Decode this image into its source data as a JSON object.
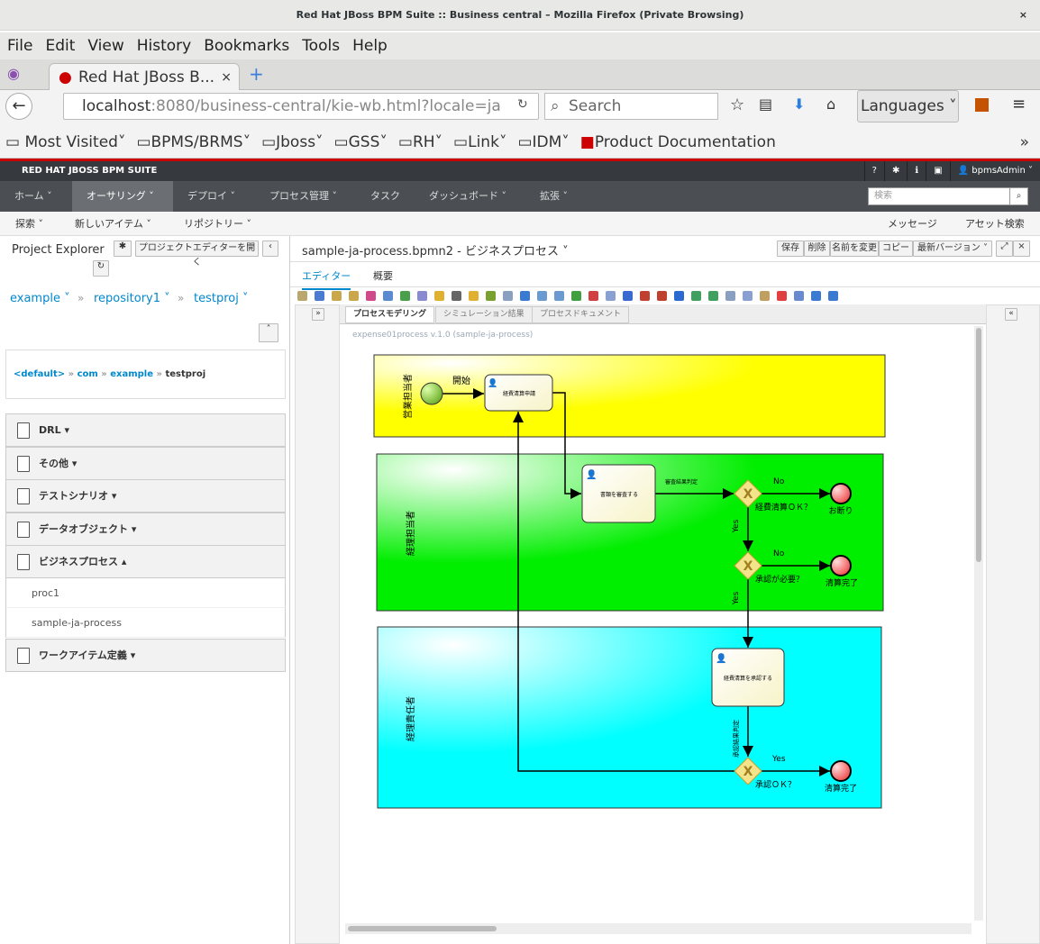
{
  "window": {
    "title": "Red Hat JBoss BPM Suite :: Business central – Mozilla Firefox (Private Browsing)"
  },
  "menu": [
    "File",
    "Edit",
    "View",
    "History",
    "Bookmarks",
    "Tools",
    "Help"
  ],
  "tab": {
    "label": "Red Hat JBoss B..."
  },
  "nav": {
    "url_host": "localhost",
    "url_rest": ":8080/business-central/kie-wb.html?locale=ja",
    "search_placeholder": "Search",
    "languages": "Languages"
  },
  "bookmarks": [
    "Most Visited",
    "BPMS/BRMS",
    "Jboss",
    "GSS",
    "RH",
    "Link",
    "IDM",
    "Product Documentation"
  ],
  "app": {
    "brand": "RED HAT JBOSS BPM SUITE",
    "user": "bpmsAdmin",
    "nav": [
      "ホーム",
      "オーサリング",
      "デプロイ",
      "プロセス管理",
      "タスク",
      "ダッシュボード",
      "拡張"
    ],
    "search_placeholder": "検索",
    "subnav": [
      "探索",
      "新しいアイテム",
      "リポジトリー"
    ],
    "subnav_right": [
      "メッセージ",
      "アセット検索"
    ]
  },
  "explorer": {
    "title": "Project Explorer",
    "open_editor": "プロジェクトエディターを開く",
    "crumbs": [
      "example",
      "repository1",
      "testproj"
    ],
    "pkg": [
      "<default>",
      "com",
      "example",
      "testproj"
    ],
    "sections": [
      "DRL",
      "その他",
      "テストシナリオ",
      "データオブジェクト",
      "ビジネスプロセス"
    ],
    "items": [
      "proc1",
      "sample-ja-process"
    ],
    "last_section": "ワークアイテム定義"
  },
  "editor": {
    "title": "sample-ja-process.bpmn2 - ビジネスプロセス",
    "actions": [
      "保存",
      "削除",
      "名前を変更",
      "コピー",
      "最新バージョン"
    ],
    "tabs": [
      "エディター",
      "概要"
    ],
    "inner_tabs": [
      "プロセスモデリング",
      "シミュレーション結果",
      "プロセスドキュメント"
    ],
    "process_label": "expense01process v.1.0 (sample-ja-process)"
  },
  "diagram": {
    "lanes": [
      "営業担当者",
      "経理担当者",
      "経理責任者"
    ],
    "start_label": "開始",
    "tasks": [
      "経費清算申請",
      "書類を審査する",
      "経費清算を承認する"
    ],
    "flow_labels": [
      "審査結果判定",
      "承認結果判定"
    ],
    "gateways": [
      "経費清算ＯＫ？",
      "承認が必要？",
      "承認ＯＫ？"
    ],
    "ends": [
      "お断り",
      "清算完了",
      "清算完了"
    ],
    "no": "No",
    "yes": "Yes",
    "colors": {
      "lane1": "#ffff00",
      "lane2": "#00ee00",
      "lane3": "#00ffff"
    }
  }
}
